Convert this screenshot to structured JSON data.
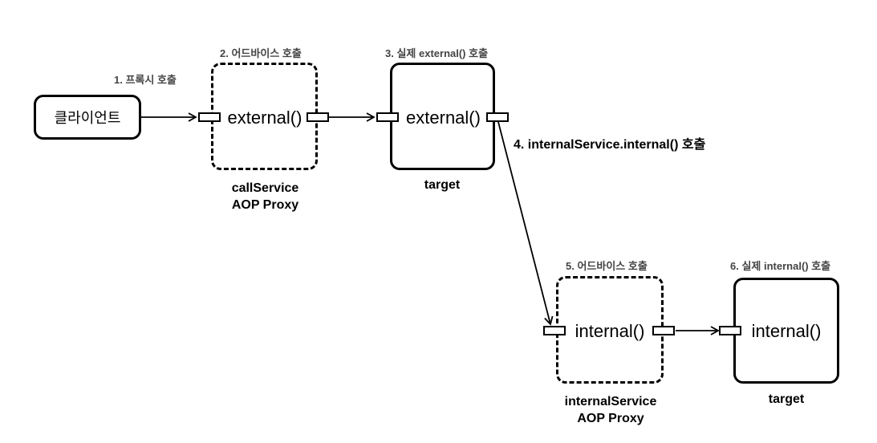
{
  "client": {
    "label": "클라이언트"
  },
  "steps": {
    "proxy_call": "1. 프록시 호출",
    "advice_call_1": "2. 어드바이스 호출",
    "real_external": "3. 실제 external() 호출",
    "internal_call": "4. internalService.internal() 호출",
    "advice_call_2": "5. 어드바이스 호출",
    "real_internal": "6. 실제 internal() 호출"
  },
  "call_proxy": {
    "method": "external()",
    "name": "callService",
    "kind": "AOP Proxy"
  },
  "call_target": {
    "method": "external()",
    "caption": "target"
  },
  "internal_proxy": {
    "method": "internal()",
    "name": "internalService",
    "kind": "AOP Proxy"
  },
  "internal_target": {
    "method": "internal()",
    "caption": "target"
  }
}
